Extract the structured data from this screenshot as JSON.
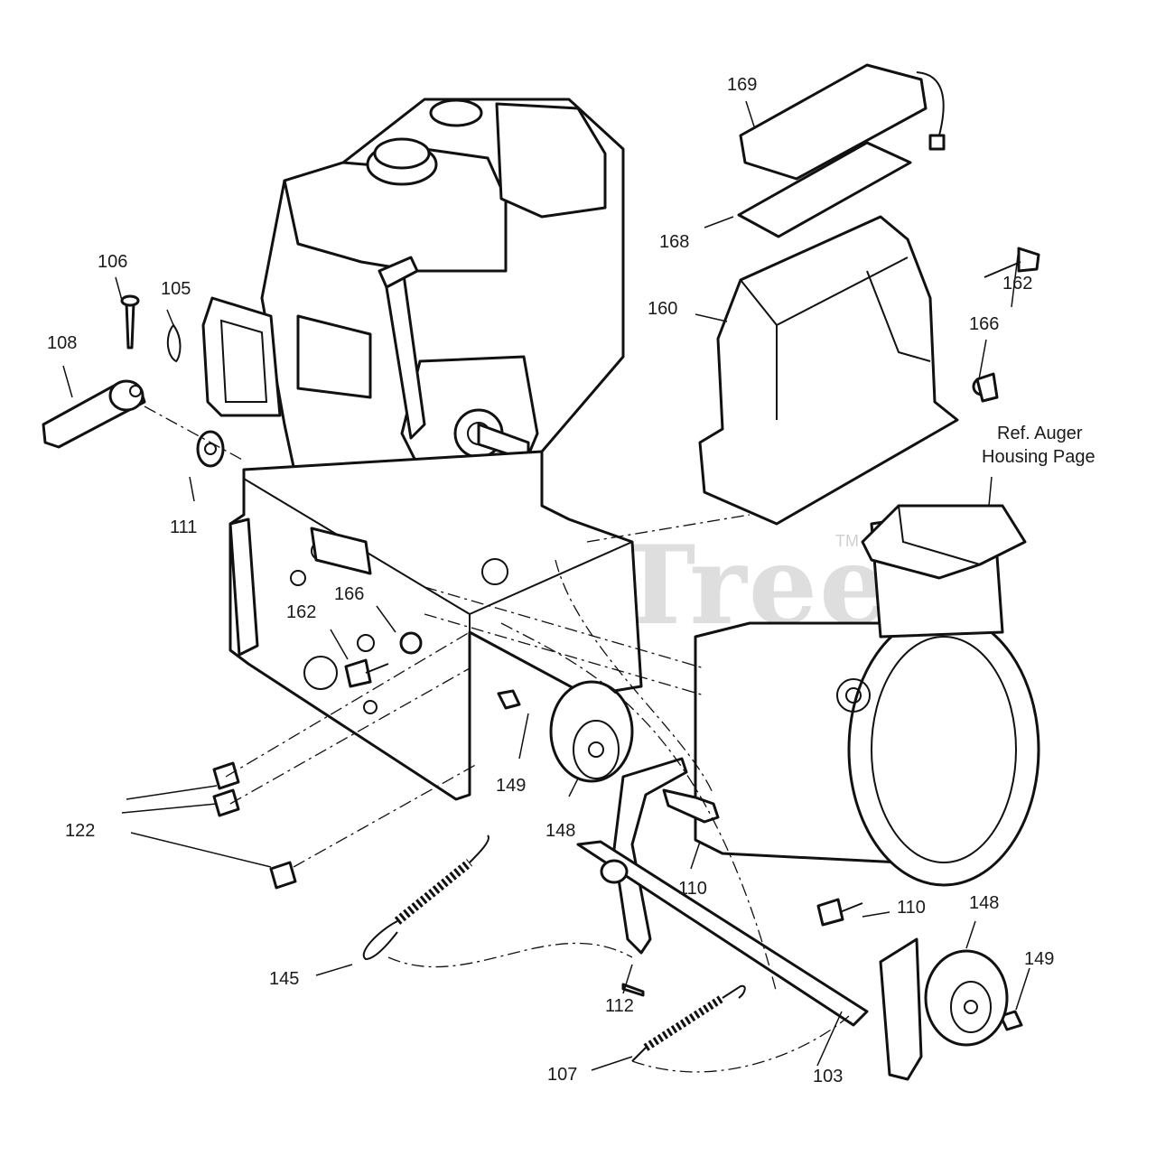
{
  "watermark": "PartsTree",
  "watermark_tm": "TM",
  "reference_note": {
    "line1": "Ref. Auger",
    "line2": "Housing Page"
  },
  "callouts": {
    "c169": "169",
    "c168": "168",
    "c160": "160",
    "c162a": "162",
    "c166a": "166",
    "c106": "106",
    "c105": "105",
    "c108": "108",
    "c111": "111",
    "c166b": "166",
    "c162b": "162",
    "c149a": "149",
    "c148a": "148",
    "c122": "122",
    "c110a": "110",
    "c145": "145",
    "c112": "112",
    "c107": "107",
    "c103": "103",
    "c110b": "110",
    "c148b": "148",
    "c149b": "149"
  }
}
